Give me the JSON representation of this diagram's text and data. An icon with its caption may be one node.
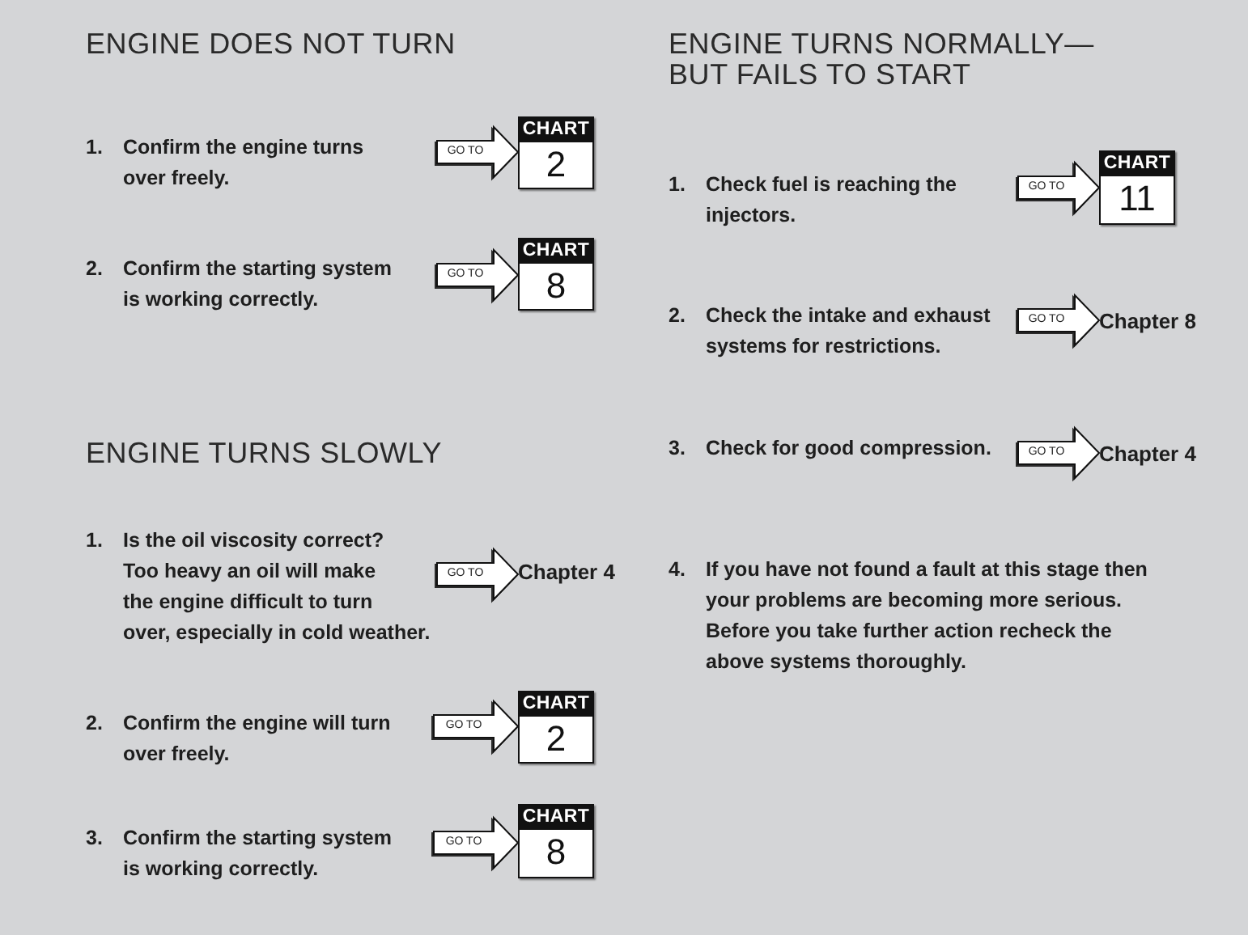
{
  "diagram": {
    "nodes": [
      {
        "text": [
          "1.",
          "Confirm the engine turns over freely."
        ]
      },
      {
        "text": [
          "CHART",
          "2"
        ]
      },
      {
        "text": [
          "2.",
          "Confirm the starting system is working correctly."
        ]
      },
      {
        "text": [
          "CHART",
          "8"
        ]
      },
      {
        "text": [
          "1.",
          "Is the oil viscosity correct? Too heavy an oil will make the engine difficult to turn over, especially in cold weather."
        ]
      },
      {
        "text": [
          "Chapter 4"
        ]
      },
      {
        "text": [
          "2.",
          "Confirm the engine will turn over freely."
        ]
      },
      {
        "text": [
          "CHART",
          "2"
        ]
      },
      {
        "text": [
          "3.",
          "Confirm the starting system is working correctly."
        ]
      },
      {
        "text": [
          "CHART",
          "8"
        ]
      },
      {
        "text": [
          "1.",
          "Check fuel is reaching the injectors."
        ]
      },
      {
        "text": [
          "CHART",
          "11"
        ]
      },
      {
        "text": [
          "2.",
          "Check the intake and exhaust systems for restrictions."
        ]
      },
      {
        "text": [
          "Chapter 8"
        ]
      },
      {
        "text": [
          "3.",
          "Check for good compression."
        ]
      },
      {
        "text": [
          "Chapter 4"
        ]
      }
    ],
    "edges": [
      {
        "from": 0,
        "to": 1,
        "arrow": "to",
        "label": "GO TO"
      },
      {
        "from": 2,
        "to": 3,
        "arrow": "to",
        "label": "GO TO"
      },
      {
        "from": 4,
        "to": 5,
        "arrow": "to",
        "label": "GO TO"
      },
      {
        "from": 6,
        "to": 7,
        "arrow": "to",
        "label": "GO TO"
      },
      {
        "from": 8,
        "to": 9,
        "arrow": "to",
        "label": "GO TO"
      },
      {
        "from": 10,
        "to": 11,
        "arrow": "to",
        "label": "GO TO"
      },
      {
        "from": 12,
        "to": 13,
        "arrow": "to",
        "label": "GO TO"
      },
      {
        "from": 14,
        "to": 15,
        "arrow": "to",
        "label": "GO TO"
      }
    ],
    "labels": [
      "ENGINE DOES NOT TURN",
      "ENGINE TURNS SLOWLY",
      "ENGINE TURNS NORMALLY— BUT FAILS TO START",
      "4.",
      "If you have not found a fault at this stage then your problems are becoming more serious. Before you take further action recheck the above systems thoroughly."
    ]
  }
}
